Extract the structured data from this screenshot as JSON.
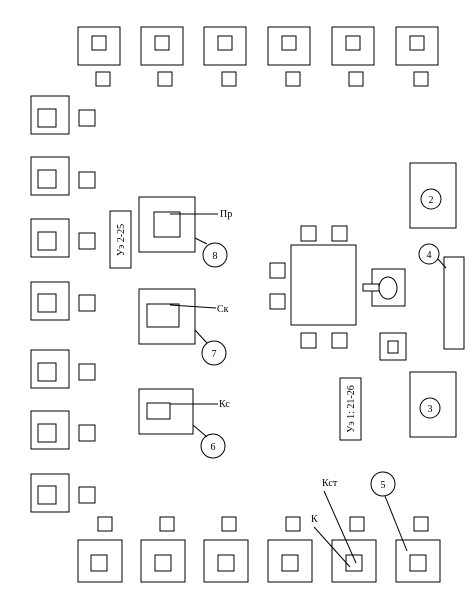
{
  "labels": {
    "pr": "Пр",
    "sk": "Ск",
    "ks": "Кс",
    "kst": "Кст",
    "k": "К"
  },
  "markers": {
    "m2": "2",
    "m3": "3",
    "m4": "4",
    "m5": "5",
    "m6": "6",
    "m7": "7",
    "m8": "8"
  },
  "panels": {
    "left": "Уэ 2-25",
    "right": "Уэ 1: 21-26"
  }
}
